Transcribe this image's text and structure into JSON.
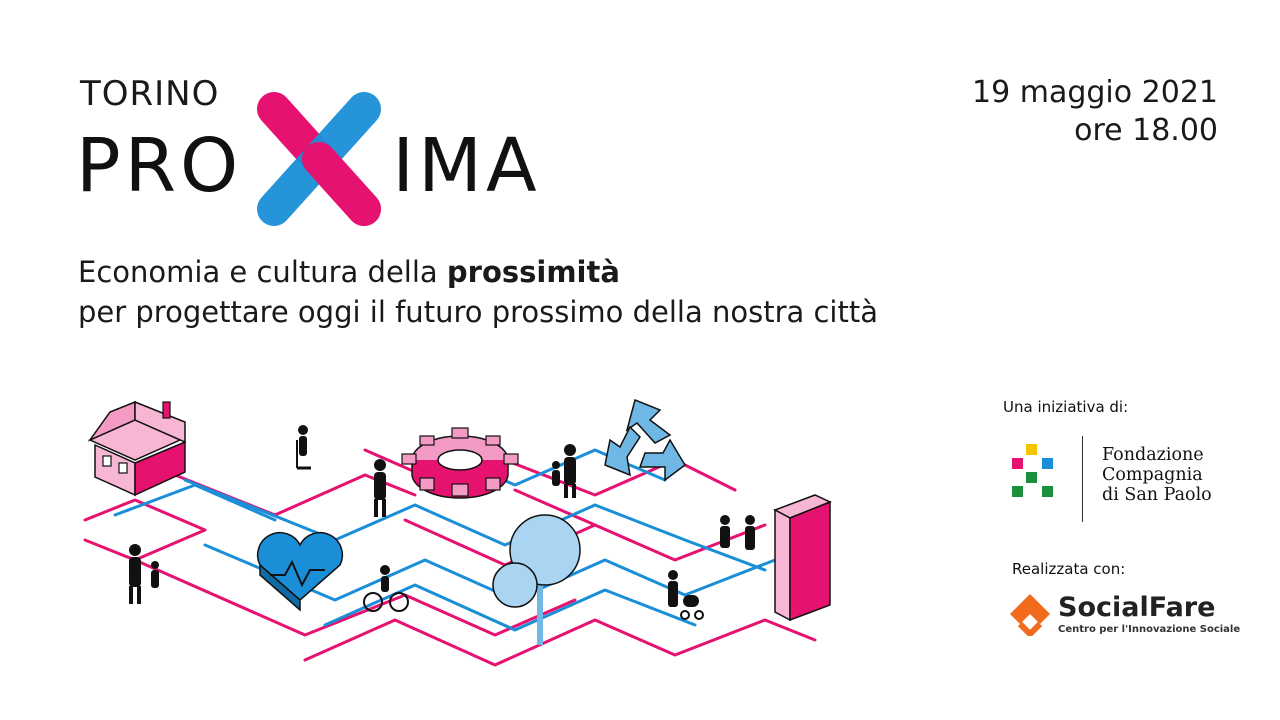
{
  "header": {
    "torino": "TORINO",
    "proxima_left": "PRO",
    "proxima_right": "IMA"
  },
  "event": {
    "date": "19 maggio 2021",
    "time": "ore 18.00"
  },
  "subtitle": {
    "line1_prefix": "Economia e cultura della ",
    "line1_bold": "prossimità",
    "line2": "per progettare oggi il futuro prossimo della nostra città"
  },
  "partners": {
    "initiative_label": "Una iniziativa di:",
    "foundation_line1": "Fondazione",
    "foundation_line2": "Compagnia",
    "foundation_line3": "di San Paolo",
    "realized_label": "Realizzata con:",
    "socialfare_name": "SocialFare",
    "socialfare_tagline": "Centro per l'Innovazione Sociale"
  },
  "colors": {
    "pink": "#e6126f",
    "blue": "#1a8fd8",
    "light_blue": "#6fb8e6",
    "orange": "#f26b1d"
  }
}
